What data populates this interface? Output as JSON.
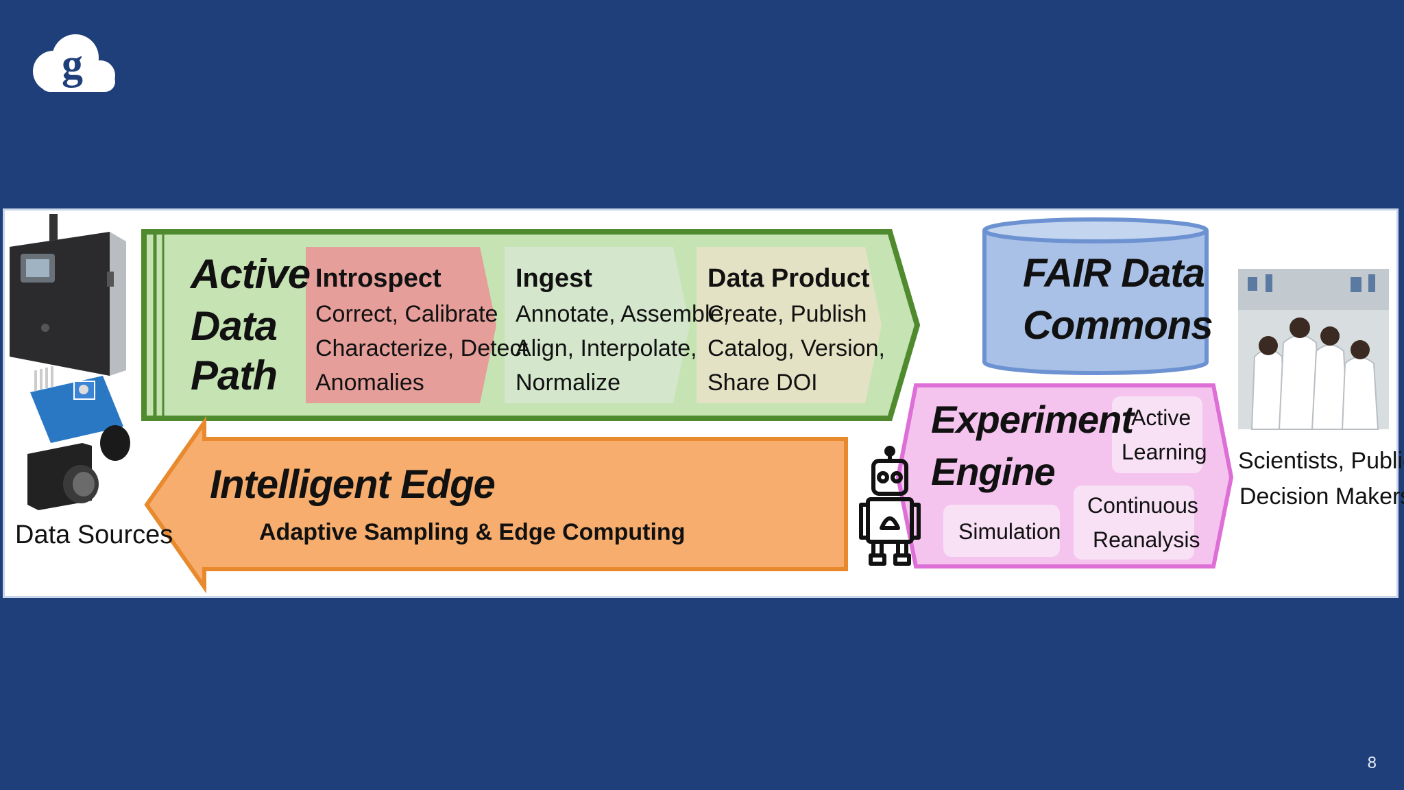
{
  "colors": {
    "slide_bg": "#1f3f7a",
    "active_path_fill": "#c6e3b3",
    "active_path_border": "#4f8a2e",
    "introspect_fill": "#e59e9a",
    "ingest_fill": "#d4e6cc",
    "product_fill": "#e4e2c4",
    "edge_fill": "#f6ad6e",
    "edge_border": "#e8892e",
    "commons_fill": "#a9c1e6",
    "commons_border": "#6d92d2",
    "engine_fill": "#f4c4ef",
    "engine_border": "#dd6fd6"
  },
  "data_sources": {
    "label": "Data Sources"
  },
  "active_path": {
    "title_lines": [
      "Active",
      "Data",
      "Path"
    ],
    "steps": [
      {
        "title": "Introspect",
        "lines": [
          "Correct, Calibrate",
          "Characterize, Detect",
          "Anomalies"
        ]
      },
      {
        "title": "Ingest",
        "lines": [
          "Annotate, Assemble,",
          "Align, Interpolate,",
          "Normalize"
        ]
      },
      {
        "title": "Data Product",
        "lines": [
          "Create, Publish",
          "Catalog, Version,",
          "Share DOI"
        ]
      }
    ]
  },
  "edge": {
    "title": "Intelligent Edge",
    "subtitle": "Adaptive Sampling & Edge Computing"
  },
  "commons": {
    "title_lines": [
      "FAIR Data",
      "Commons"
    ]
  },
  "engine": {
    "title_lines": [
      "Experiment",
      "Engine"
    ],
    "active_learning": [
      "Active",
      "Learning"
    ],
    "simulation": "Simulation",
    "reanalysis": [
      "Continuous",
      "Reanalysis"
    ]
  },
  "audience": {
    "lines": [
      "Scientists, Public,",
      "Decision Makers"
    ]
  },
  "icons": [
    "cloud-logo-icon",
    "instrument-photo",
    "sensor-module-icon",
    "thermal-camera-icon",
    "robot-icon",
    "scientists-photo"
  ],
  "page_number": "8"
}
